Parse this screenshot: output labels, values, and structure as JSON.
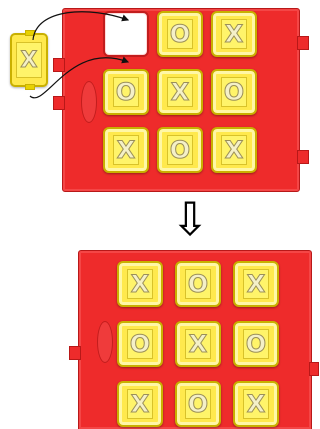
{
  "top_board": {
    "cells": [
      "",
      "O",
      "X",
      "O",
      "X",
      "O",
      "X",
      "O",
      "X"
    ],
    "empty_cell_index": 0
  },
  "loose_tile": {
    "mark": "X"
  },
  "bottom_board": {
    "cells": [
      "X",
      "O",
      "X",
      "O",
      "X",
      "O",
      "X",
      "O",
      "X"
    ]
  },
  "down_arrow": "⇩",
  "colors": {
    "board_red": "#ee2b2b",
    "tile_yellow": "#ffe94d",
    "letter": "#f4f0c8"
  },
  "icons": {
    "arrow": "down-arrow-icon",
    "connector_lines": "connector-arrow-icon"
  }
}
